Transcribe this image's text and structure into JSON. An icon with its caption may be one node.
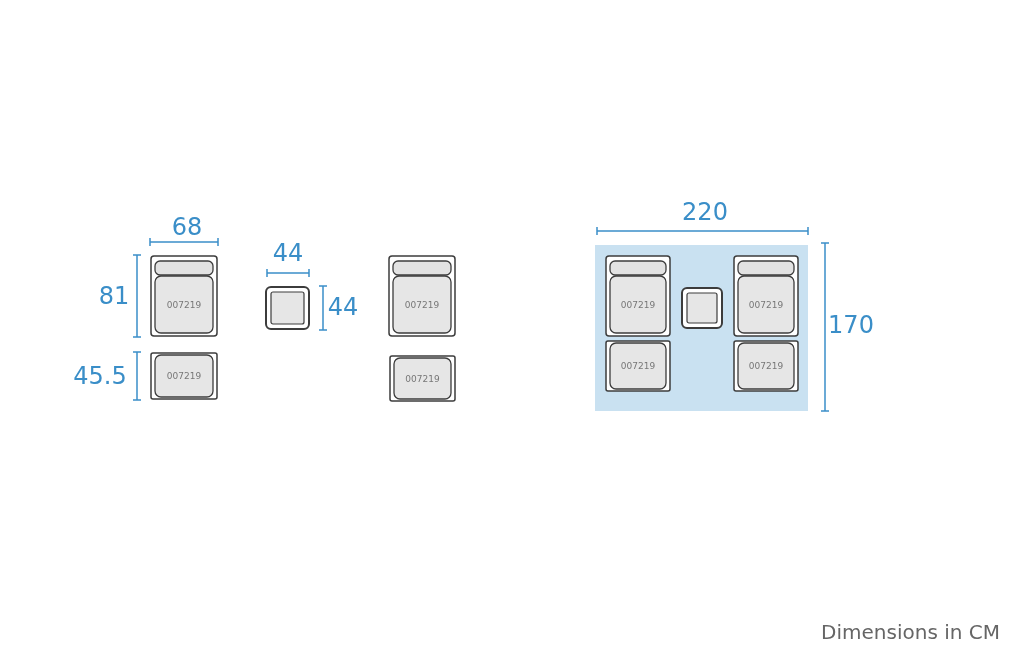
{
  "diagram": {
    "nodes": [
      {
        "text": [
          "007219"
        ]
      },
      {
        "text": [],
        "shape": "box"
      },
      {
        "text": [
          "007219"
        ]
      },
      {
        "text": [
          "007219"
        ]
      },
      {
        "text": [
          "007219"
        ]
      },
      {
        "text": [],
        "shape": "box"
      },
      {
        "text": [
          "007219"
        ],
        "in": 5
      },
      {
        "text": [],
        "shape": "box",
        "in": 5
      },
      {
        "text": [
          "007219"
        ],
        "in": 5
      },
      {
        "text": [
          "007219"
        ],
        "in": 5
      },
      {
        "text": [
          "007219"
        ],
        "in": 5
      }
    ],
    "edges": [],
    "labels": [
      "220",
      "68",
      "44",
      "81",
      "44",
      "170",
      "45.5",
      "Dimensions in CM"
    ]
  }
}
